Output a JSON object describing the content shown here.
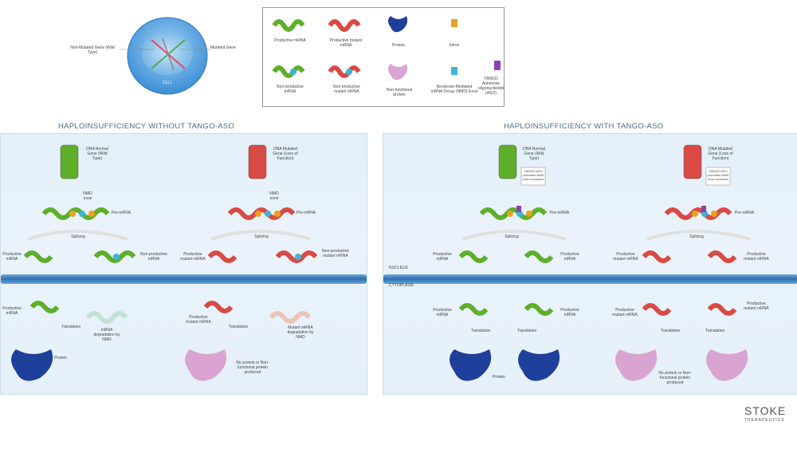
{
  "cell": {
    "left_label": "Non-Mutated Gene (Wild Type)",
    "right_label": "Mutated Gene",
    "center_label": "CELL"
  },
  "legend": {
    "items": [
      "Productive mRNA",
      "Productive mutant mRNA",
      "Protein",
      "Intron",
      "Non-productive mRNA",
      "Non-productive mutant mRNA",
      "Non-functional protein",
      "Nonsense-Mediated mRNA Decay (NMD) Exon",
      "TANGO Antisense oligonucleotide (ASO)"
    ]
  },
  "left": {
    "title": "HAPLOINSUFFICIENCY WITHOUT TANGO-ASO",
    "dna_wt": "DNA Normal Gene (Wild Type)",
    "dna_mut": "DNA Mutated Gene (Loss of Function)",
    "nmd1": "NMD exon",
    "nmd2": "NMD exon",
    "pre1": "Pre-mRNA",
    "pre2": "Pre-mRNA",
    "splice1": "Splicing",
    "splice2": "Splicing",
    "prod": "Productive mRNA",
    "nonprod": "Non-productive mRNA",
    "prodmut": "Productive mutant mRNA",
    "nonprodmut": "Non-productive mutant mRNA",
    "prod2": "Productive mRNA",
    "trans1": "Translation",
    "degr1": "mRNA degradation by NMD",
    "prodmut2": "Productive mutant mRNA",
    "trans2": "Translation",
    "degr2": "Mutant mRNA degradation by NMD",
    "protein": "Protein",
    "noprotein": "No protein or Non-functional protein produced"
  },
  "right": {
    "title": "HAPLOINSUFFICIENCY WITH TANGO-ASO",
    "dna_wt": "DNA Normal Gene (Wild Type)",
    "dna_mut": "DNA Mutated Gene (Loss of Function)",
    "aso1": "TANGO ASO promotes NMD exon exclusion",
    "aso2": "TANGO ASO promotes NMD exon exclusion",
    "pre1": "Pre-mRNA",
    "pre2": "Pre-mRNA",
    "splice1": "Splicing",
    "splice2": "Splicing",
    "nucleus": "NUCLEUS",
    "cytoplasm": "CYTOPLASM",
    "prod_a": "Productive mRNA",
    "prod_b": "Productive mRNA",
    "prodmut_a": "Productive mutant mRNA",
    "prodmut_b": "Productive mutant mRNA",
    "prod_c": "Productive mRNA",
    "prod_d": "Productive mRNA",
    "trans_a": "Translation",
    "trans_b": "Translation",
    "prodmut_c": "Productive mutant mRNA",
    "prodmut_d": "Productive mutant mRNA",
    "trans_c": "Translation",
    "trans_d": "Translation",
    "protein": "Protein",
    "noprotein": "No protein or Non-functional protein produced"
  },
  "logo": {
    "text": "STOKE",
    "sub": "THERAPEUTICS"
  },
  "colors": {
    "green": "#5fae2a",
    "red": "#d94a45",
    "blue": "#1e3f9a",
    "pink": "#d9a4d2",
    "orange": "#e8a21c",
    "cyan": "#3fb4d6",
    "purple": "#8b3fb6",
    "membrane": "#2f6fae"
  }
}
